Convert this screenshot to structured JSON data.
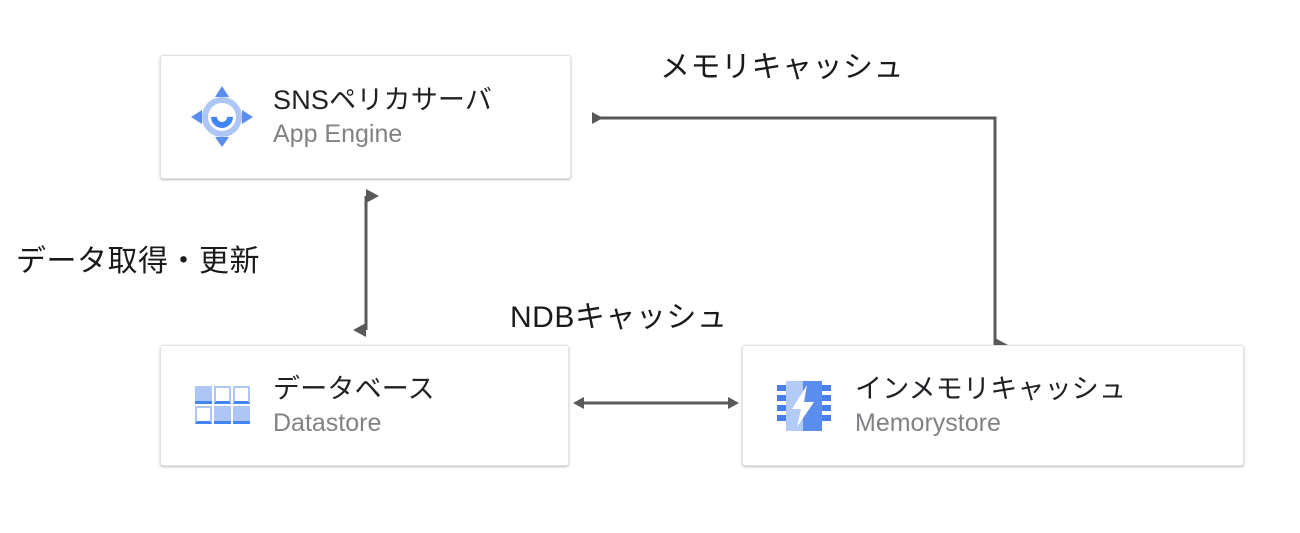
{
  "diagram": {
    "title": "SNS Pelican server architecture",
    "background_color": "#ffffff",
    "line_color": "#595959",
    "accent_light": "#aec6f6",
    "accent_dark": "#4285f4",
    "title_color": "#202124",
    "subtitle_color": "#808285"
  },
  "nodes": [
    {
      "id": "appengine",
      "title": "SNSペリカサーバ",
      "subtitle": "App Engine",
      "icon": "app-engine-icon"
    },
    {
      "id": "datastore",
      "title": "データベース",
      "subtitle": "Datastore",
      "icon": "datastore-icon"
    },
    {
      "id": "memorystore",
      "title": "インメモリキャッシュ",
      "subtitle": "Memorystore",
      "icon": "memorystore-chip-icon"
    }
  ],
  "connectors": [
    {
      "id": "memcache",
      "label": "メモリキャッシュ",
      "from": "memorystore",
      "to": "appengine",
      "direction": "one-way"
    },
    {
      "id": "datafetch",
      "label": "データ取得・更新",
      "from": "appengine",
      "to": "datastore",
      "direction": "two-way"
    },
    {
      "id": "ndbcache",
      "label": "NDBキャッシュ",
      "from": "datastore",
      "to": "memorystore",
      "direction": "two-way"
    }
  ]
}
